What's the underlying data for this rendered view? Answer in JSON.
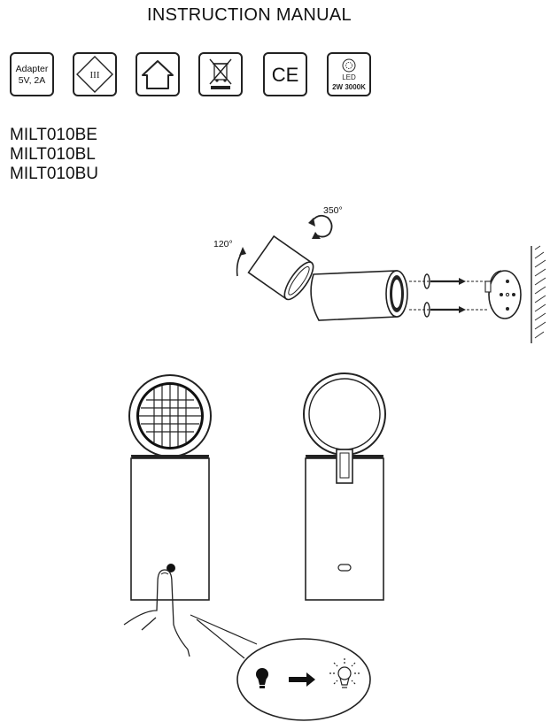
{
  "header": {
    "title": "INSTRUCTION MANUAL"
  },
  "symbols": {
    "adapter": {
      "line1": "Adapter",
      "line2": "5V, 2A"
    },
    "protection_class": "III",
    "indoor_use": "house-icon",
    "weee": "crossed-bin-icon",
    "ce": "CE",
    "led": {
      "label": "LED",
      "spec": "2W 3000K"
    }
  },
  "models": [
    "MILT010BE",
    "MILT010BL",
    "MILT010BU"
  ],
  "diagram": {
    "tilt_angle": "120°",
    "rotation_angle": "350°"
  }
}
